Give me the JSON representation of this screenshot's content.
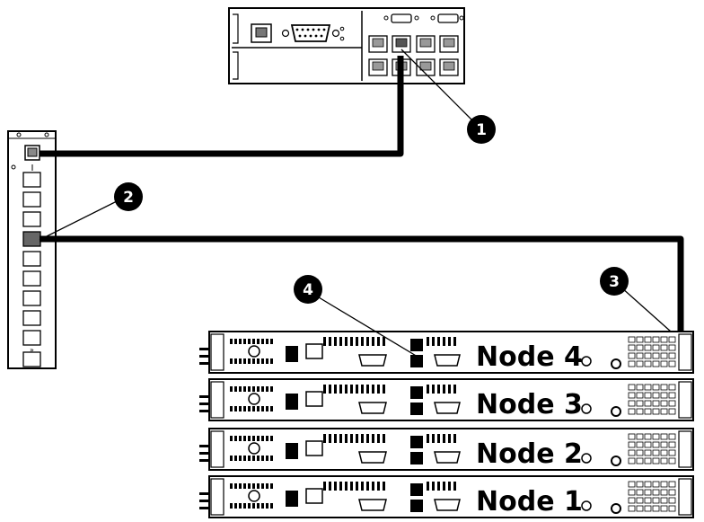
{
  "callouts": [
    "1",
    "2",
    "3",
    "4"
  ],
  "nodes": [
    "Node 4",
    "Node 3",
    "Node 2",
    "Node 1"
  ],
  "colors": {
    "line": "#000000",
    "background": "#ffffff",
    "port_fill": "#666666"
  },
  "icons": [
    "management-switch",
    "ethernet-patch-panel",
    "server-chassis",
    "callout-marker"
  ]
}
